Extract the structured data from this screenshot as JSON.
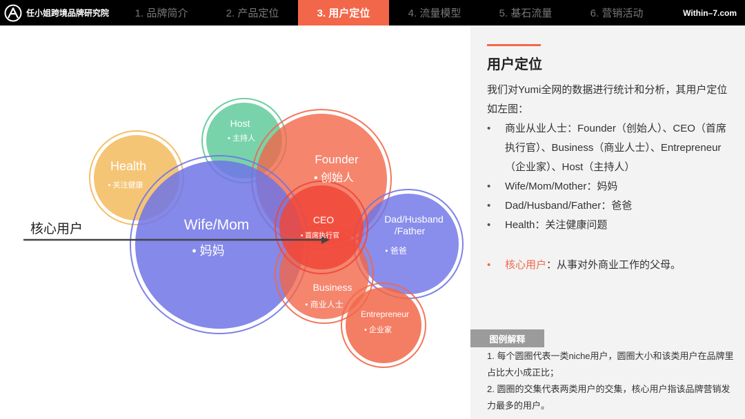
{
  "header": {
    "brand_name": "任小姐跨境品牌研究院",
    "site": "Within–7.com",
    "tabs": [
      {
        "label": "1. 品牌简介",
        "active": false
      },
      {
        "label": "2. 产品定位",
        "active": false
      },
      {
        "label": "3. 用户定位",
        "active": true
      },
      {
        "label": "4. 流量模型",
        "active": false
      },
      {
        "label": "5. 基石流量",
        "active": false
      },
      {
        "label": "6. 营销活动",
        "active": false
      }
    ]
  },
  "diagram": {
    "core_label": "核心用户",
    "circles": {
      "host": {
        "name": "Host",
        "sub": "• 主持人"
      },
      "health": {
        "name": "Health",
        "sub": "• 关注健康"
      },
      "founder": {
        "name": "Founder",
        "sub": "• 创始人"
      },
      "wife": {
        "name": "Wife/Mom",
        "sub": "• 妈妈"
      },
      "ceo": {
        "name": "CEO",
        "sub": "• 首席执行官"
      },
      "dad": {
        "name": "Dad/Husband",
        "name2": "/Father",
        "sub": "• 爸爸"
      },
      "business": {
        "name": "Business",
        "sub": "• 商业人士"
      },
      "entrepreneur": {
        "name": "Entrepreneur",
        "sub": "• 企业家"
      }
    }
  },
  "panel": {
    "title": "用户定位",
    "intro": "我们对Yumi全网的数据进行统计和分析，其用户定位如左图：",
    "bullets": [
      "商业从业人士：Founder（创始人）、CEO（首席执行官）、Business（商业人士）、Entrepreneur（企业家）、Host（主持人）",
      "Wife/Mom/Mother：妈妈",
      "Dad/Husband/Father：爸爸",
      "Health：关注健康问题"
    ],
    "core_label": "核心用户",
    "core_text": "：从事对外商业工作的父母。",
    "legend_title": "图例解释",
    "legend_lines": [
      "1. 每个圆圈代表一类niche用户，圆圈大小和该类用户在品牌里占比大小成正比；",
      "2. 圆圈的交集代表两类用户的交集，核心用户指该品牌营销发力最多的用户。"
    ]
  },
  "colors": {
    "accent": "#f26749",
    "host": "#5cc997",
    "health": "#f3b858",
    "founder": "#f26749",
    "wife": "#6f74e6",
    "ceo": "#f0463a",
    "dad": "#6f74e6",
    "business": "#f26749",
    "entrepreneur": "#f26749"
  }
}
